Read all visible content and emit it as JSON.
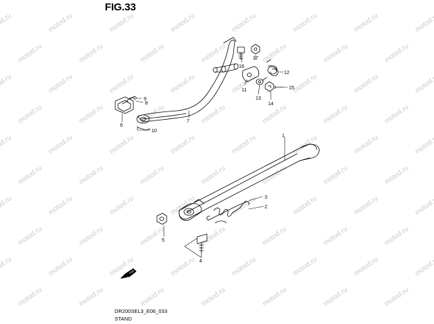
{
  "figure": {
    "title": "FIG.33",
    "drawing_code": "DR200SEL3_E06_033",
    "caption": "STAND"
  },
  "watermark": {
    "text": "motod.ru",
    "color": "#c9c9c9"
  },
  "callouts": [
    "1",
    "2",
    "3",
    "4",
    "5",
    "6",
    "7",
    "8",
    "9",
    "10",
    "11",
    "12",
    "13",
    "14",
    "15",
    "16",
    "17"
  ],
  "orientation_marker": {
    "text": "FWD"
  }
}
